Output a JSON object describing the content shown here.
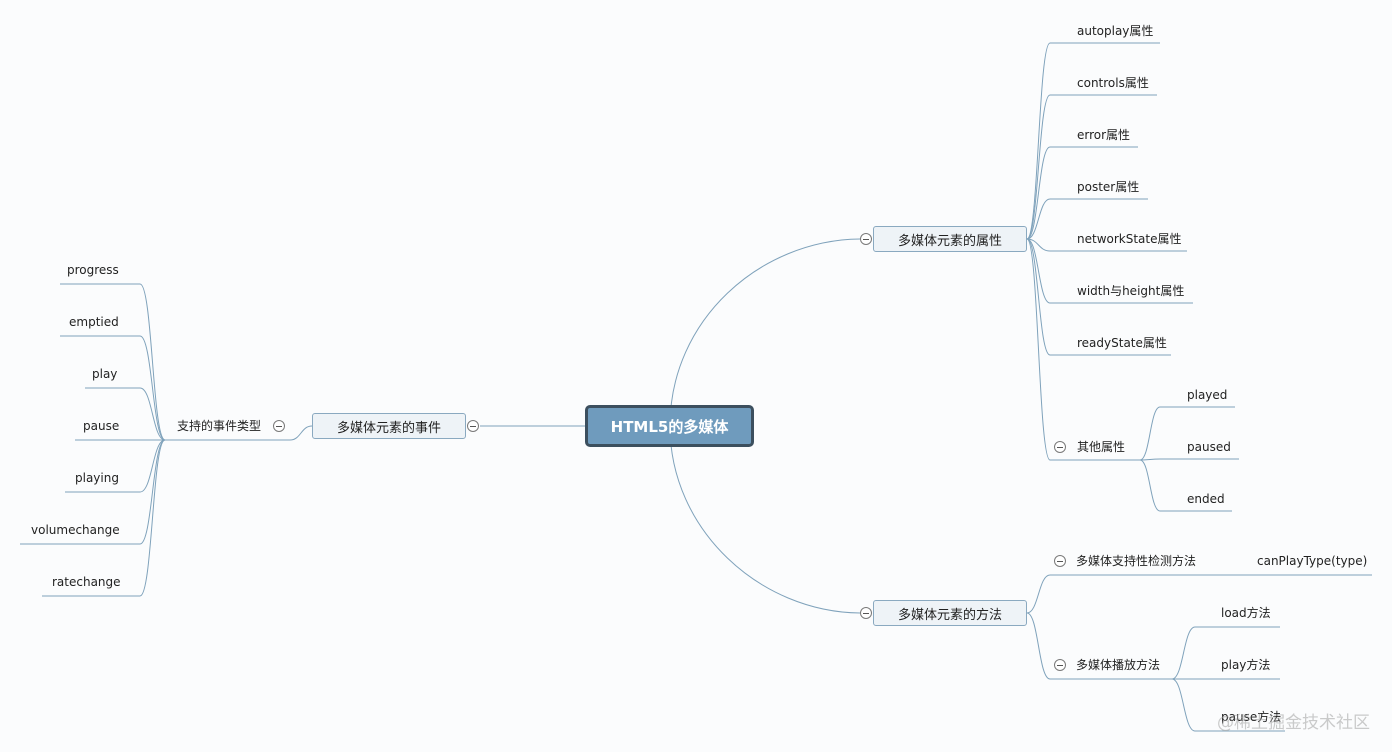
{
  "root": {
    "label": "HTML5的多媒体"
  },
  "attributes": {
    "label": "多媒体元素的属性",
    "items": [
      "autoplay属性",
      "controls属性",
      "error属性",
      "poster属性",
      "networkState属性",
      "width与height属性",
      "readyState属性"
    ],
    "other": {
      "label": "其他属性",
      "items": [
        "played",
        "paused",
        "ended"
      ]
    }
  },
  "methods": {
    "label": "多媒体元素的方法",
    "detection": {
      "label": "多媒体支持性检测方法",
      "items": [
        "canPlayType(type)"
      ]
    },
    "playback": {
      "label": "多媒体播放方法",
      "items": [
        "load方法",
        "play方法",
        "pause方法"
      ]
    }
  },
  "events": {
    "label": "多媒体元素的事件",
    "types": {
      "label": "支持的事件类型",
      "items": [
        "progress",
        "emptied",
        "play",
        "pause",
        "playing",
        "volumechange",
        "ratechange"
      ]
    }
  },
  "watermark": "@稀土掘金技术社区",
  "colors": {
    "line": "#7fa2bb",
    "root_fill": "#6f9bbd",
    "root_border": "#3c4f5e",
    "node_fill": "#eef3f7",
    "node_border": "#8aa9c0"
  }
}
